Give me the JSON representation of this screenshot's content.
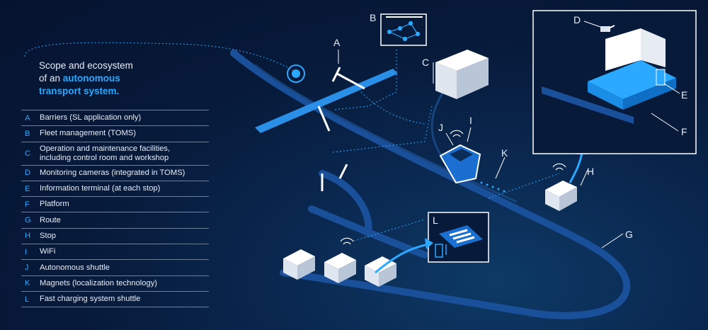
{
  "intro": {
    "line1": "Scope and ecosystem",
    "line2_prefix": "of an ",
    "line2_highlight": "autonomous",
    "line3_highlight": "transport system."
  },
  "legend": [
    {
      "key": "A",
      "text": "Barriers (SL application only)"
    },
    {
      "key": "B",
      "text": "Fleet management (TOMS)"
    },
    {
      "key": "C",
      "text": "Operation and maintenance facilities,",
      "text2": "including control room and workshop"
    },
    {
      "key": "D",
      "text": "Monitoring cameras (integrated in TOMS)"
    },
    {
      "key": "E",
      "text": "Information terminal (at each stop)"
    },
    {
      "key": "F",
      "text": "Platform"
    },
    {
      "key": "G",
      "text": "Route"
    },
    {
      "key": "H",
      "text": "Stop"
    },
    {
      "key": "I",
      "text": "WiFi"
    },
    {
      "key": "J",
      "text": "Autonomous shuttle"
    },
    {
      "key": "K",
      "text": "Magnets (localization technology)"
    },
    {
      "key": "L",
      "text": "Fast charging system shuttle"
    }
  ],
  "callouts": {
    "A": "A",
    "B": "B",
    "C": "C",
    "D": "D",
    "E": "E",
    "F": "F",
    "G": "G",
    "H": "H",
    "I": "I",
    "J": "J",
    "K": "K",
    "L": "L"
  },
  "colors": {
    "background": "#071a3a",
    "accent": "#2aa9ff",
    "route": "#1a4f9a",
    "text": "#e8eef8"
  }
}
